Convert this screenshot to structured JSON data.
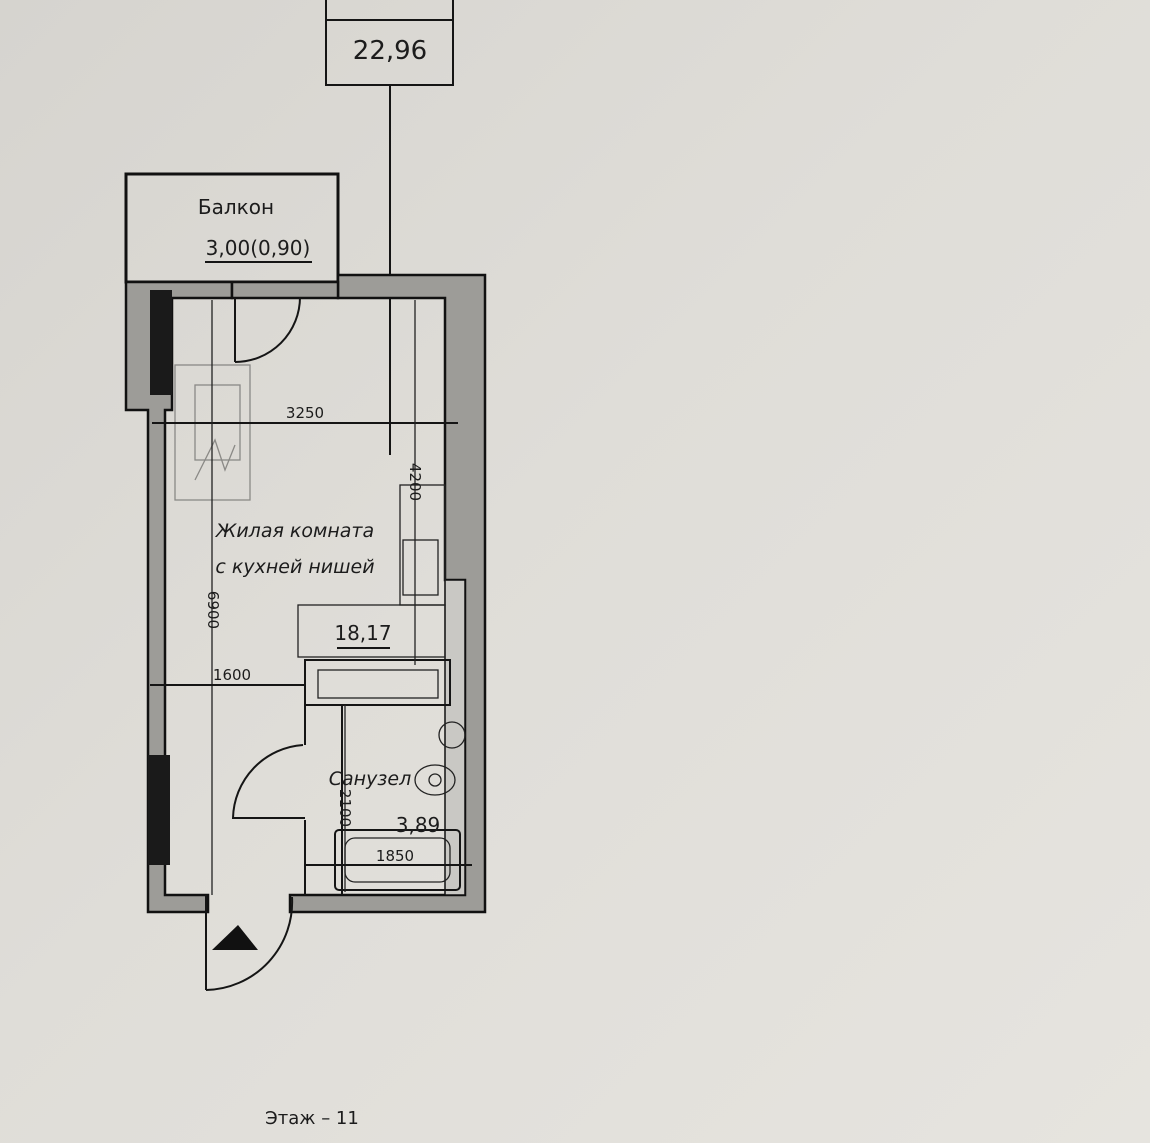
{
  "plan": {
    "total_area": "22,96",
    "rooms": {
      "balcony": {
        "name": "Балкон",
        "area": "3,00(0,90)"
      },
      "living": {
        "name_line1": "Жилая комната",
        "name_line2": "с кухней нишей",
        "area": "18,17"
      },
      "bathroom": {
        "name": "Санузел",
        "area": "3,89"
      }
    },
    "dimensions": {
      "width_living": "3250",
      "kitchen_length": "4200",
      "total_length": "6900",
      "hall_width": "1600",
      "bath_length": "2100",
      "bathtub_length": "1850"
    },
    "floor_label": "Этаж – 11"
  }
}
